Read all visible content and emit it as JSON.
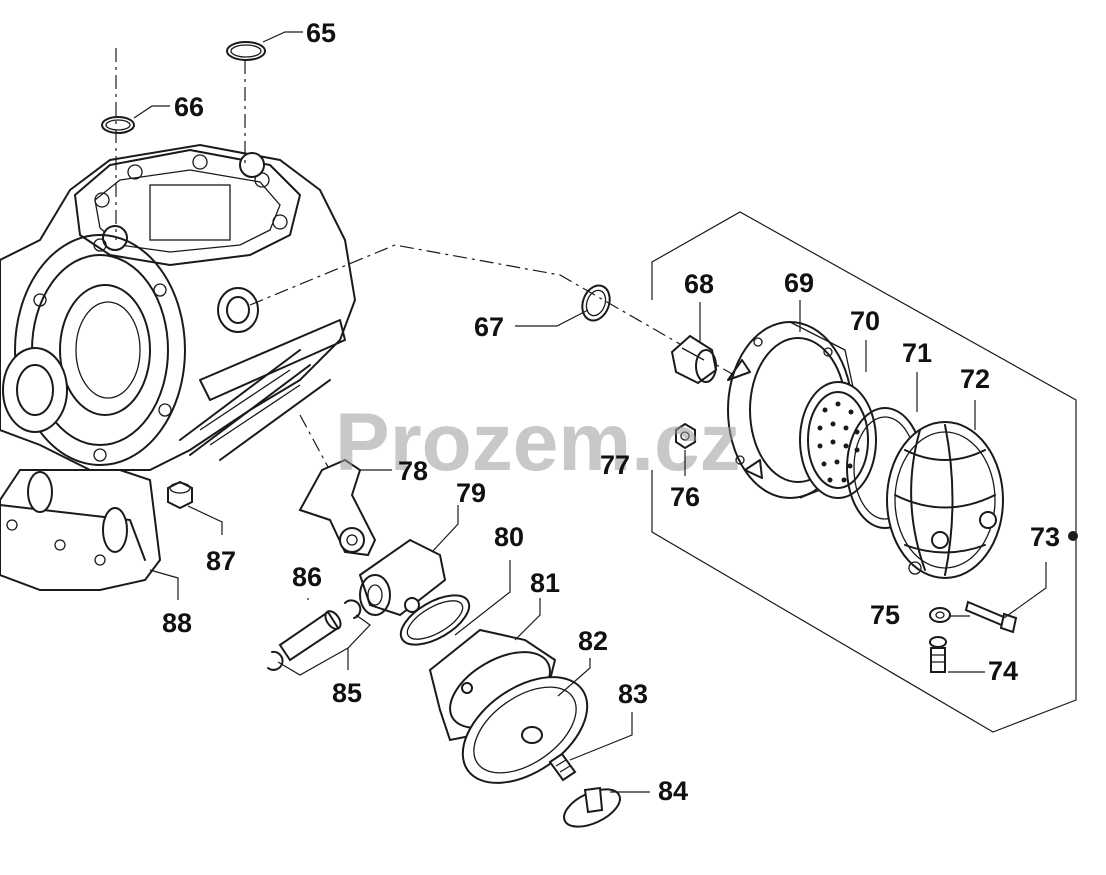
{
  "watermark": "Prozem.cz",
  "callouts": {
    "p65": "65",
    "p66": "66",
    "p67": "67",
    "p68": "68",
    "p69": "69",
    "p70": "70",
    "p71": "71",
    "p72": "72",
    "p73": "73",
    "p74": "74",
    "p75": "75",
    "p76": "76",
    "p77": "77",
    "p78": "78",
    "p79": "79",
    "p80": "80",
    "p81": "81",
    "p82": "82",
    "p83": "83",
    "p84": "84",
    "p85": "85",
    "p86": "86",
    "p87": "87",
    "p88": "88"
  }
}
